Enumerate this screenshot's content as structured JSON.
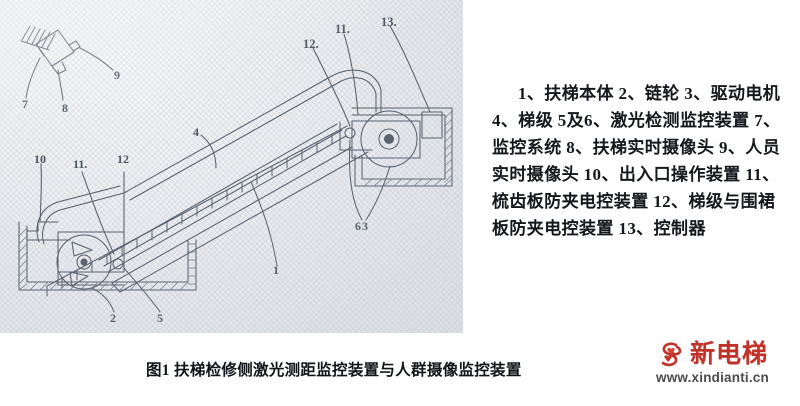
{
  "figure": {
    "caption": "图1 扶梯检修侧激光测距监控装置与人群摄像监控装置",
    "callout_labels": [
      {
        "id": "1",
        "text": "1"
      },
      {
        "id": "2",
        "text": "2"
      },
      {
        "id": "3",
        "text": "3"
      },
      {
        "id": "4",
        "text": "4"
      },
      {
        "id": "5",
        "text": "5"
      },
      {
        "id": "6",
        "text": "6"
      },
      {
        "id": "7",
        "text": "7"
      },
      {
        "id": "8",
        "text": "8"
      },
      {
        "id": "9",
        "text": "9"
      },
      {
        "id": "10",
        "text": "10"
      },
      {
        "id": "11a",
        "text": "11."
      },
      {
        "id": "11b",
        "text": "11."
      },
      {
        "id": "12a",
        "text": "12."
      },
      {
        "id": "12b",
        "text": "12"
      },
      {
        "id": "13",
        "text": "13."
      }
    ]
  },
  "legend": {
    "text": "1、扶梯本体 2、链轮 3、驱动电机 4、梯级 5及6、激光检测监控装置 7、监控系统 8、扶梯实时摄像头 9、人员实时摄像头 10、出入口操作装置 11、梳齿板防夹电控装置 12、梯级与围裙板防夹电控装置 13、控制器",
    "items": [
      {
        "num": "1",
        "name": "扶梯本体"
      },
      {
        "num": "2",
        "name": "链轮"
      },
      {
        "num": "3",
        "name": "驱动电机"
      },
      {
        "num": "4",
        "name": "梯级"
      },
      {
        "num": "5及6",
        "name": "激光检测监控装置"
      },
      {
        "num": "7",
        "name": "监控系统"
      },
      {
        "num": "8",
        "name": "扶梯实时摄像头"
      },
      {
        "num": "9",
        "name": "人员实时摄像头"
      },
      {
        "num": "10",
        "name": "出入口操作装置"
      },
      {
        "num": "11",
        "name": "梳齿板防夹电控装置"
      },
      {
        "num": "12",
        "name": "梯级与围裙板防夹电控装置"
      },
      {
        "num": "13",
        "name": "控制器"
      }
    ]
  },
  "watermark": {
    "brand": "新电梯",
    "url": "www.xindianti.cn",
    "brand_color": "#c23229",
    "url_color": "#4b4b4b"
  },
  "colors": {
    "photo_background": "#e9ecef",
    "ink": "#4a5360",
    "text": "#15181c"
  }
}
